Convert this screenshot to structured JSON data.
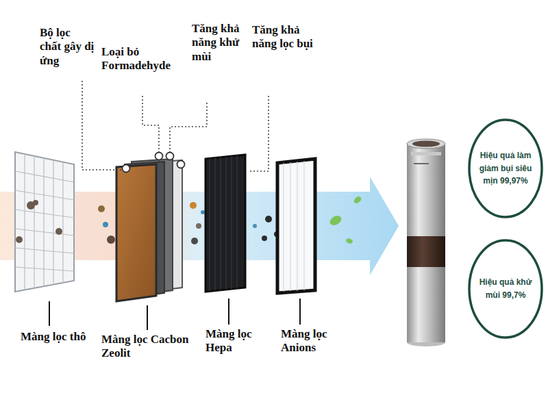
{
  "diagram": {
    "nodes": [
      {
        "text": [
          "Hiệu quả làm giảm bụi siêu mịn 99,97%"
        ]
      },
      {
        "text": [
          "Hiệu quả khử mùi 99,7%"
        ]
      }
    ],
    "labels": [
      "Bộ lọc chất gây dị ứng",
      "Loại bỏ Formadehyde",
      "Tăng khả năng khử mùi",
      "Tăng khả năng lọc bụi",
      "Màng lọc thô",
      "Màng lọc Cacbon Zeolit",
      "Màng lọc Hepa",
      "Màng lọc Anions"
    ]
  }
}
